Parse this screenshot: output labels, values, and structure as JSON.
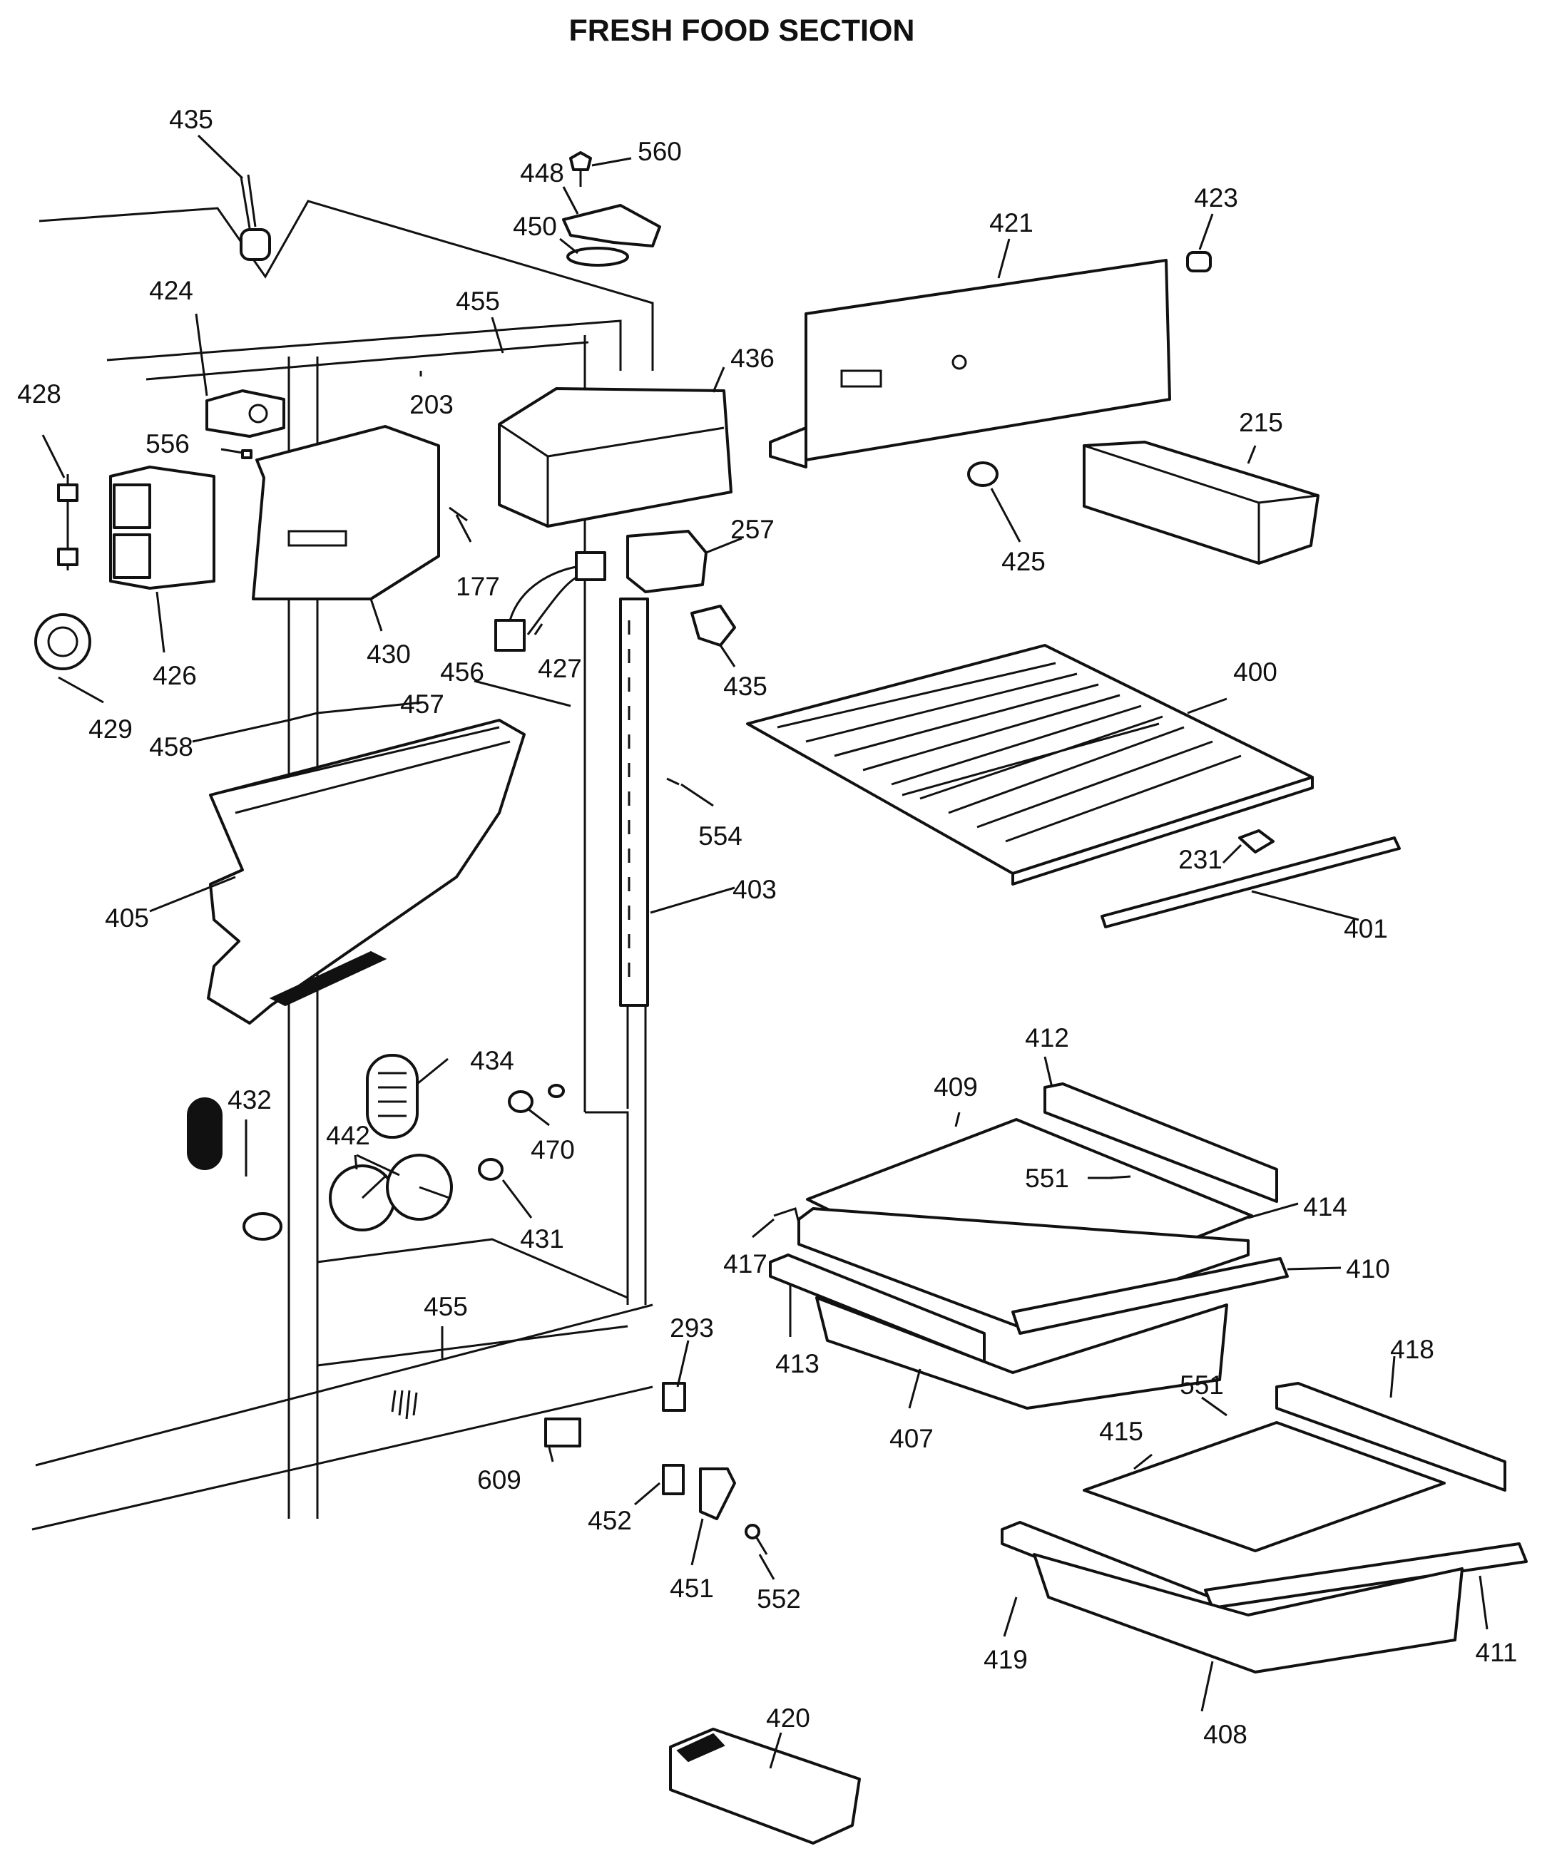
{
  "title": "FRESH FOOD SECTION",
  "labels": {
    "p435a": "435",
    "p560": "560",
    "p448": "448",
    "p450": "450",
    "p423": "423",
    "p421": "421",
    "p424": "424",
    "p455a": "455",
    "p436": "436",
    "p428": "428",
    "p203": "203",
    "p215": "215",
    "p556": "556",
    "p425": "425",
    "p257": "257",
    "p177": "177",
    "p426": "426",
    "p430": "430",
    "p427": "427",
    "p435b": "435",
    "p456": "456",
    "p400": "400",
    "p457": "457",
    "p429": "429",
    "p458": "458",
    "p554": "554",
    "p231": "231",
    "p405": "405",
    "p403": "403",
    "p401": "401",
    "p412": "412",
    "p409": "409",
    "p434": "434",
    "p432": "432",
    "p551a": "551",
    "p414": "414",
    "p442": "442",
    "p470": "470",
    "p417": "417",
    "p410": "410",
    "p431": "431",
    "p455b": "455",
    "p293": "293",
    "p418": "418",
    "p413": "413",
    "p407": "407",
    "p551b": "551",
    "p415": "415",
    "p609": "609",
    "p452": "452",
    "p451": "451",
    "p552": "552",
    "p419": "419",
    "p411": "411",
    "p408": "408",
    "p420": "420"
  }
}
